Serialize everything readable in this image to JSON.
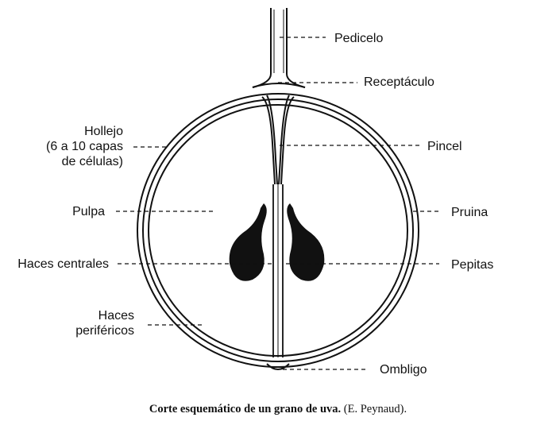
{
  "labels": {
    "pedicelo": "Pedicelo",
    "receptaculo": "Receptáculo",
    "hollejo": [
      "Hollejo",
      "(6 a 10 capas",
      "de células)"
    ],
    "pincel": "Pincel",
    "pulpa": "Pulpa",
    "pruina": "Pruina",
    "haces_centrales": "Haces centrales",
    "pepitas": "Pepitas",
    "haces_perifericos": [
      "Haces",
      "periféricos"
    ],
    "ombligo": "Ombligo"
  },
  "caption": {
    "title": "Corte esquemático de un grano de uva.",
    "source": "(E. Peynaud)."
  }
}
